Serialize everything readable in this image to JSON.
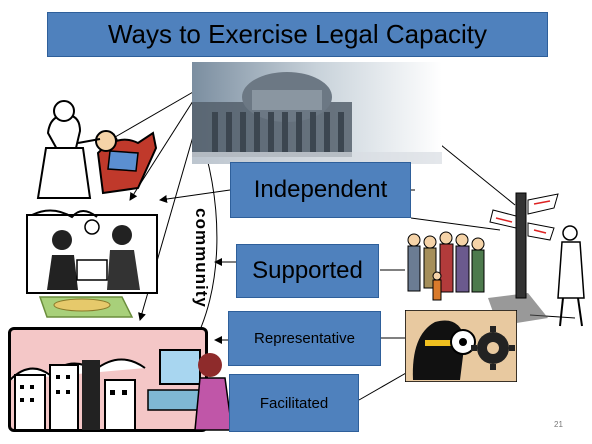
{
  "title": "Ways to Exercise Legal Capacity",
  "boxes": {
    "independent": "Independent",
    "supported": "Supported",
    "representative": "Representative",
    "facilitated": "Facilitated"
  },
  "community": "community",
  "page_number": "21",
  "colors": {
    "box_fill": "#4f81bd",
    "box_border": "#2e5f9a",
    "city_panel": "#f4c7c7"
  },
  "icons": [
    "capitol-building-icon",
    "dentist-icon",
    "bank-teller-icon",
    "city-skyline-icon",
    "family-group-icon",
    "signpost-man-icon",
    "head-gears-icon"
  ]
}
